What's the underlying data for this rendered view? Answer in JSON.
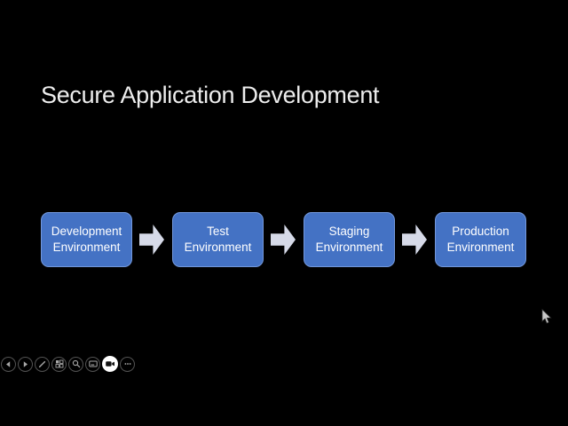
{
  "slide": {
    "title": "Secure Application Development",
    "flow": {
      "boxes": [
        {
          "name": "development-environment",
          "lines": [
            "Development",
            "Environment"
          ]
        },
        {
          "name": "test-environment",
          "lines": [
            "Test",
            "Environment"
          ]
        },
        {
          "name": "staging-environment",
          "lines": [
            "Staging",
            "Environment"
          ]
        },
        {
          "name": "production-environment",
          "lines": [
            "Production",
            "Environment"
          ]
        }
      ],
      "connector": "right-block-arrow"
    },
    "colors": {
      "slide_background": "#000000",
      "title_text": "#EDEDED",
      "box_fill": "#4472C4",
      "box_border": "#7398DC",
      "box_text": "#FFFFFF",
      "arrow_fill": "#D6DAE8"
    }
  },
  "toolbar": {
    "buttons": [
      {
        "name": "previous-slide-icon",
        "label": "Previous slide"
      },
      {
        "name": "next-slide-icon",
        "label": "Next slide"
      },
      {
        "name": "pen-tools-icon",
        "label": "Pen and laser pointer tools"
      },
      {
        "name": "see-all-slides-icon",
        "label": "See all slides"
      },
      {
        "name": "zoom-icon",
        "label": "Zoom into the slide"
      },
      {
        "name": "captions-icon",
        "label": "Toggle subtitles"
      },
      {
        "name": "camera-icon",
        "label": "Toggle camera",
        "active": true
      },
      {
        "name": "more-options-icon",
        "label": "More slideshow options"
      }
    ]
  }
}
